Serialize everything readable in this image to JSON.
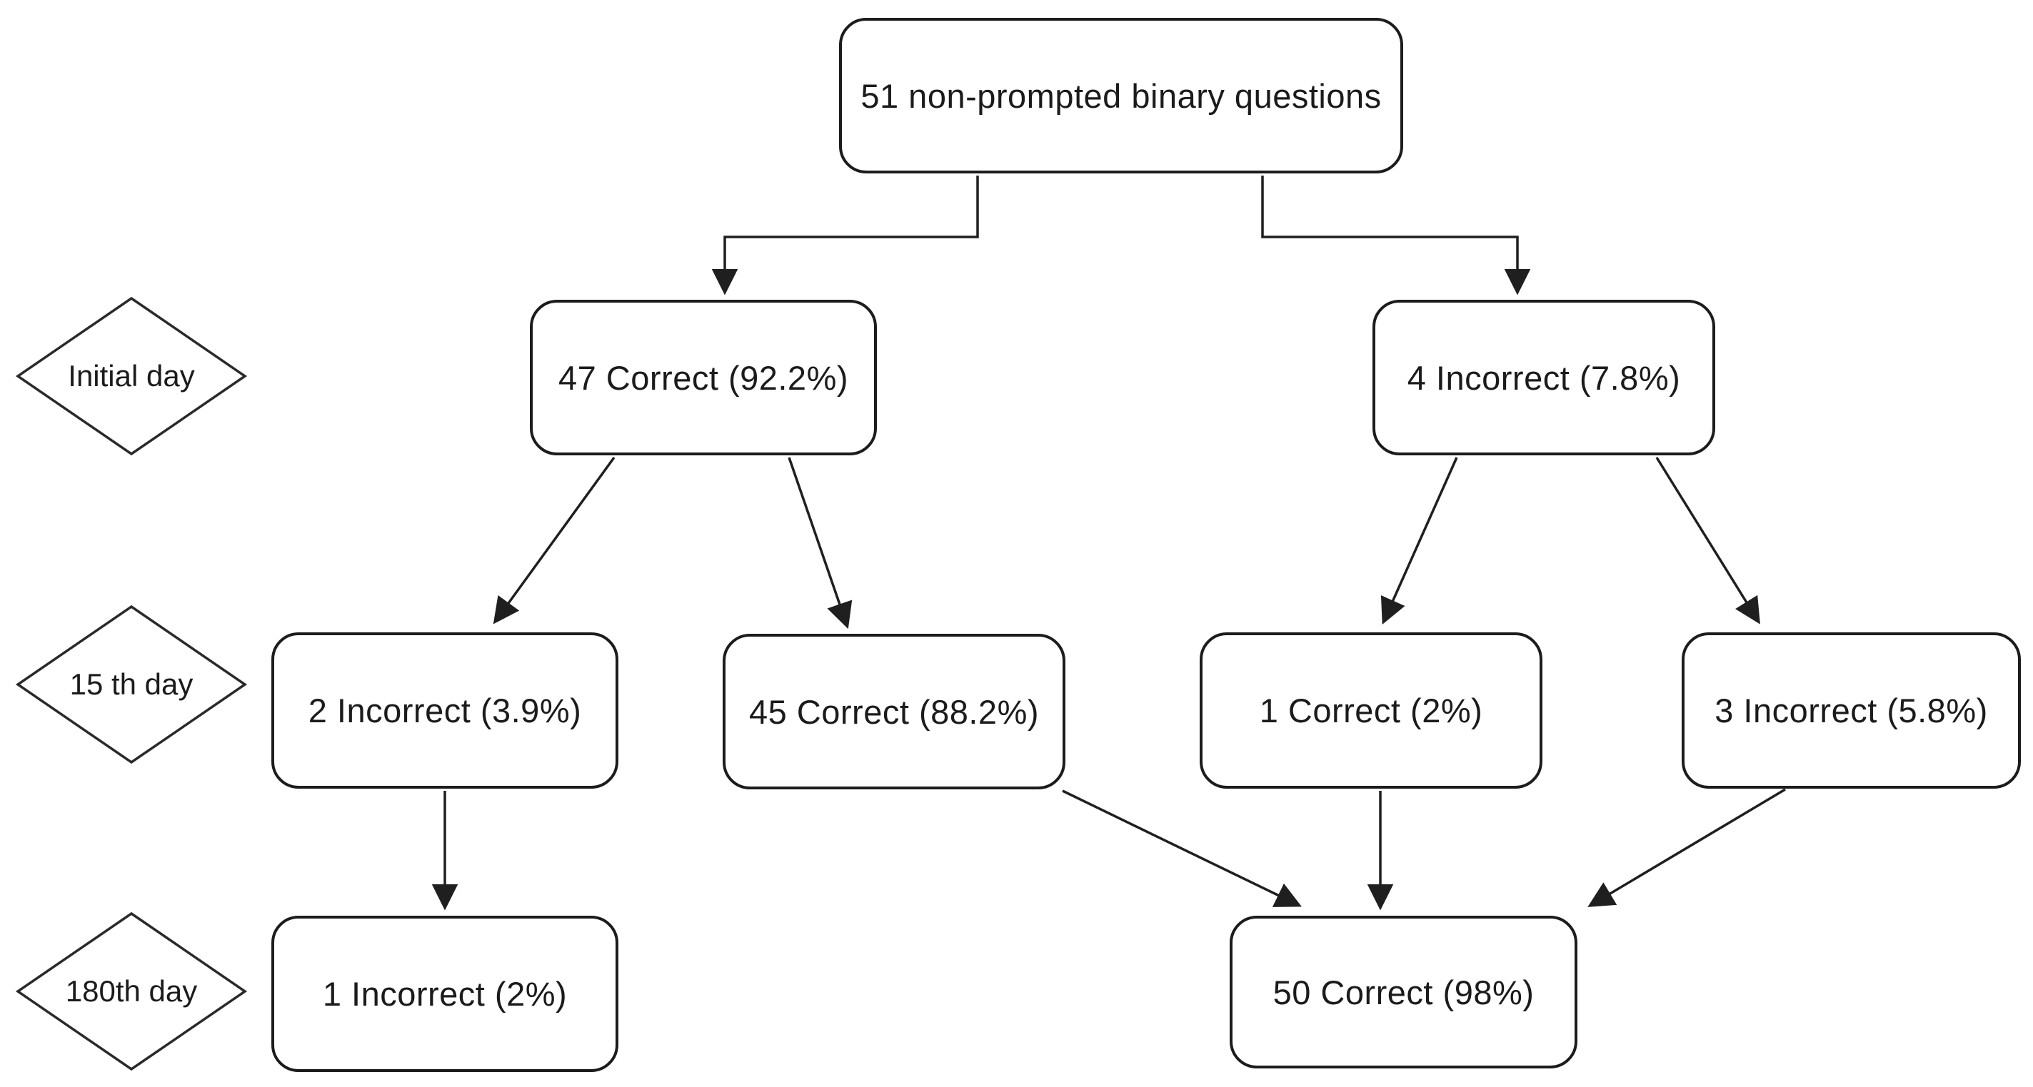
{
  "diagram": {
    "type": "flowchart",
    "background_color": "#ffffff",
    "line_color": "#1f1f1f",
    "root": {
      "label": "51 non-prompted binary questions"
    },
    "stages": [
      {
        "label": "Initial day"
      },
      {
        "label": "15 th day"
      },
      {
        "label": "180th day"
      }
    ],
    "nodes": {
      "correct_initial": {
        "label": "47 Correct (92.2%)"
      },
      "incorrect_initial": {
        "label": "4 Incorrect (7.8%)"
      },
      "incorrect_day15_left": {
        "label": "2 Incorrect (3.9%)"
      },
      "correct_day15": {
        "label": "45 Correct (88.2%)"
      },
      "correct_day15_right": {
        "label": "1 Correct (2%)"
      },
      "incorrect_day15_right": {
        "label": "3 Incorrect (5.8%)"
      },
      "incorrect_day180": {
        "label": "1 Incorrect (2%)"
      },
      "correct_day180": {
        "label": "50 Correct (98%)"
      }
    },
    "edges": [
      {
        "from": "root",
        "to": "correct_initial"
      },
      {
        "from": "root",
        "to": "incorrect_initial"
      },
      {
        "from": "correct_initial",
        "to": "incorrect_day15_left"
      },
      {
        "from": "correct_initial",
        "to": "correct_day15"
      },
      {
        "from": "incorrect_initial",
        "to": "correct_day15_right"
      },
      {
        "from": "incorrect_initial",
        "to": "incorrect_day15_right"
      },
      {
        "from": "incorrect_day15_left",
        "to": "incorrect_day180"
      },
      {
        "from": "correct_day15",
        "to": "correct_day180"
      },
      {
        "from": "correct_day15_right",
        "to": "correct_day180"
      },
      {
        "from": "incorrect_day15_right",
        "to": "correct_day180"
      }
    ]
  }
}
